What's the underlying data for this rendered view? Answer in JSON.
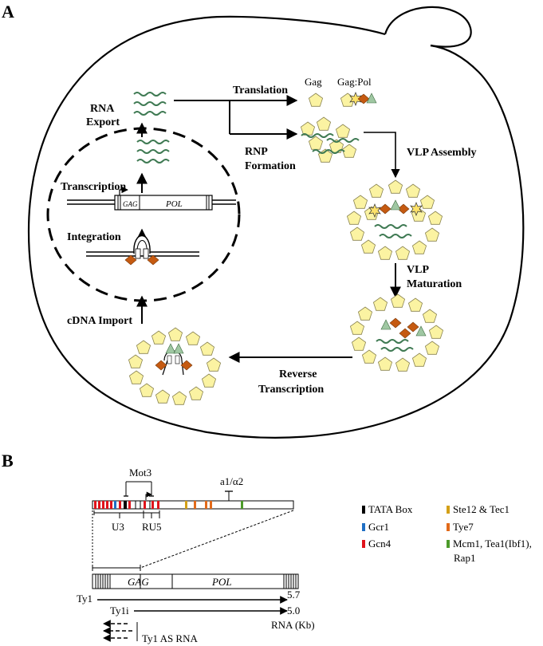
{
  "panel_a": {
    "label": "A",
    "steps": {
      "translation": "Translation",
      "rna_export_1": "RNA",
      "rna_export_2": "Export",
      "rnp_1": "RNP",
      "rnp_2": "Formation",
      "vlp_assembly": "VLP Assembly",
      "transcription": "Transcription",
      "integration": "Integration",
      "vlp_mat_1": "VLP",
      "vlp_mat_2": "Maturation",
      "cdna_import": "cDNA Import",
      "rt_1": "Reverse",
      "rt_2": "Transcription"
    },
    "proteins": {
      "gag": "Gag",
      "gagpol": "Gag:Pol"
    },
    "gene": {
      "gag": "GAG",
      "pol": "POL"
    }
  },
  "panel_b": {
    "label": "B",
    "mot3": "Mot3",
    "a1alpha2": "a1/α2",
    "u3": "U3",
    "ru5": "RU5",
    "gag": "GAG",
    "pol": "POL",
    "ty1": "Ty1",
    "ty1i": "Ty1i",
    "size_ty1": "5.7",
    "size_ty1i": "5.0",
    "rna_kb": "RNA (Kb)",
    "as_rna": "Ty1 AS RNA",
    "legend": [
      {
        "label": "TATA Box",
        "color": "#000000"
      },
      {
        "label": "Gcr1",
        "color": "#1f6fc4"
      },
      {
        "label": "Gcn4",
        "color": "#e0131b"
      },
      {
        "label": "Ste12 & Tec1",
        "color": "#d4a017"
      },
      {
        "label": "Tye7",
        "color": "#e26a1a"
      },
      {
        "label": "Mcm1, Tea1(Ibf1),",
        "color": "#4c9a2a"
      },
      {
        "label": "Rap1",
        "color": ""
      }
    ]
  }
}
